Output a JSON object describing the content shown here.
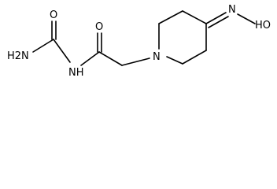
{
  "molecule": {
    "atoms": {
      "nh2": "H2N",
      "o_urea": "O",
      "nh": "NH",
      "o_amide": "O",
      "n_ring": "N",
      "n_oxime": "N",
      "ho": "HO"
    },
    "colors": {
      "bond": "#000000",
      "text": "#000000",
      "background": "#ffffff"
    }
  }
}
